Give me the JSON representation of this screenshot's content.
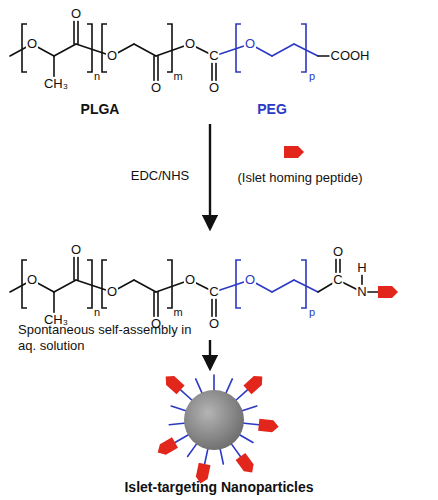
{
  "diagram": {
    "labels": [
      "O",
      "O",
      "CH₃",
      "n",
      "O",
      "O",
      "m",
      "O",
      "C",
      "O",
      "O",
      "p",
      "COOH",
      "PLGA",
      "PEG",
      "EDC/NHS",
      "(Islet homing peptide)",
      "O",
      "O",
      "CH₃",
      "n",
      "O",
      "O",
      "m",
      "O",
      "C",
      "O",
      "O",
      "p",
      "C",
      "O",
      "N",
      "H",
      "Spontaneous self-assembly in aq. solution",
      "Islet-targeting Nanoparticles"
    ]
  }
}
